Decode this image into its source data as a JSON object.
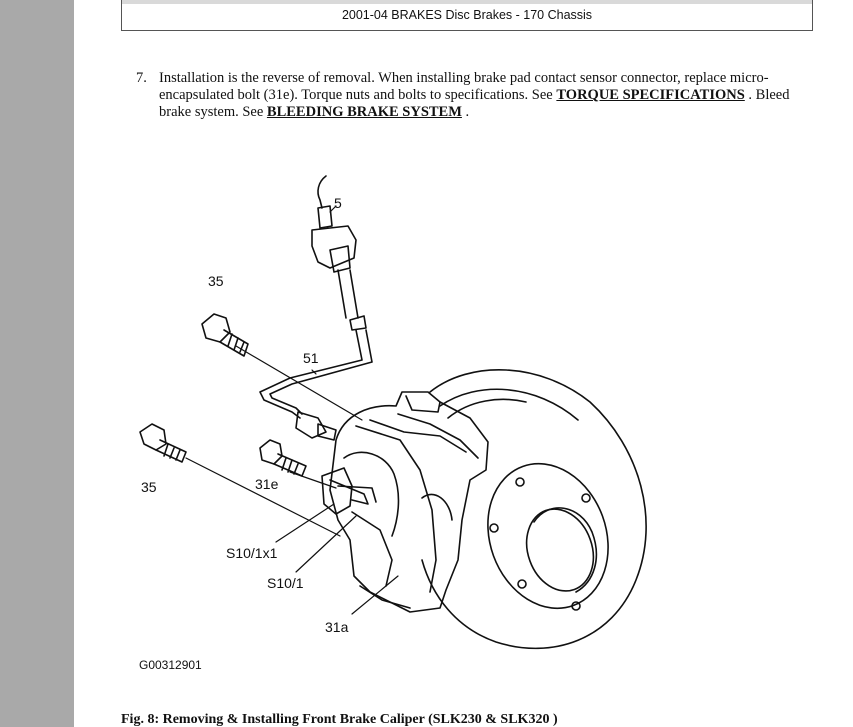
{
  "header": {
    "title": "2001-04 BRAKES Disc Brakes - 170 Chassis"
  },
  "step": {
    "number": "7.",
    "text_before_link1": "Installation is the reverse of removal. When installing brake pad contact sensor connector, replace micro-encapsulated bolt (31e). Torque nuts and bolts to specifications. See ",
    "link1": "TORQUE SPECIFICATIONS",
    "text_between": " . Bleed brake system. See ",
    "link2": "BLEEDING BRAKE SYSTEM",
    "text_after": " ."
  },
  "figure": {
    "callouts": {
      "c5": "5",
      "c35_top": "35",
      "c51": "51",
      "c35_bottom": "35",
      "c31e": "31e",
      "cS10_1x1": "S10/1x1",
      "cS10_1": "S10/1",
      "c31a": "31a"
    },
    "code": "G00312901",
    "caption": "Fig. 8: Removing & Installing Front Brake Caliper (SLK230 & SLK320 )"
  }
}
